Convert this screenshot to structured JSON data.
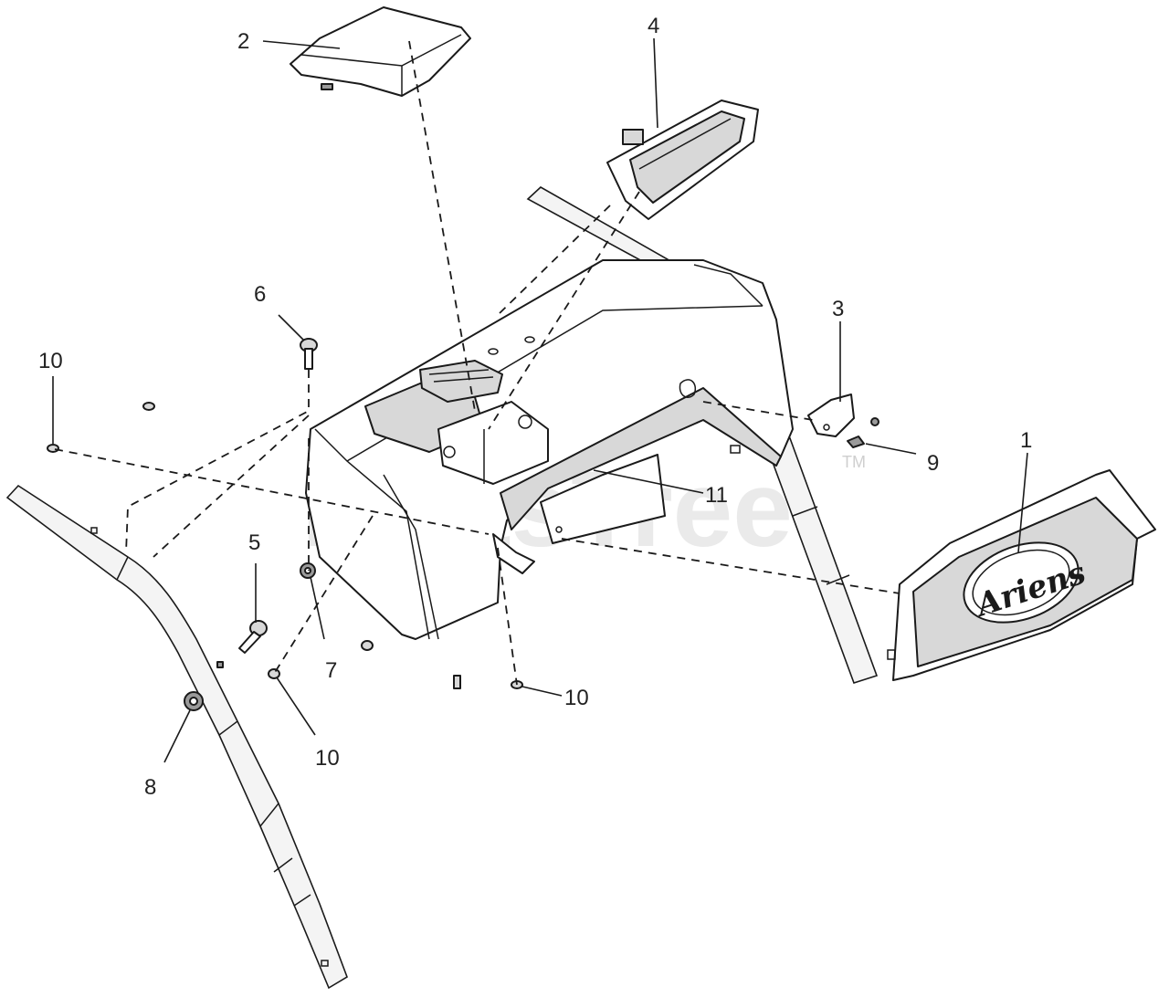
{
  "watermark": {
    "text": "PartsTree",
    "tm": "TM"
  },
  "logo": {
    "text": "Ariens"
  },
  "callouts": {
    "c1": "1",
    "c2": "2",
    "c3": "3",
    "c4": "4",
    "c5": "5",
    "c6": "6",
    "c7": "7",
    "c8": "8",
    "c9": "9",
    "c10a": "10",
    "c10b": "10",
    "c10c": "10",
    "c11": "11"
  }
}
